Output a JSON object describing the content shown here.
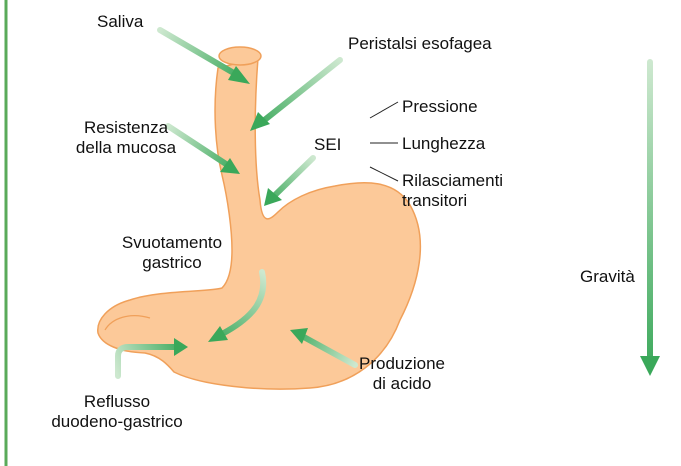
{
  "labels": {
    "saliva": "Saliva",
    "peristalsis": "Peristalsi esofagea",
    "mucosal_resistance_1": "Resistenza",
    "mucosal_resistance_2": "della mucosa",
    "les": "SEI",
    "pressure": "Pressione",
    "length": "Lunghezza",
    "relaxations_1": "Rilasciamenti",
    "relaxations_2": "transitori",
    "gastric_emptying_1": "Svuotamento",
    "gastric_emptying_2": "gastrico",
    "acid_production_1": "Produzione",
    "acid_production_2": "di acido",
    "reflux_1": "Reflusso",
    "reflux_2": "duodeno-gastrico",
    "gravity": "Gravità"
  },
  "colors": {
    "stomach_fill": "#fcc999",
    "stomach_stroke": "#f0a05a",
    "arrow_dark": "#3aa85a",
    "arrow_light": "#cde8cf",
    "frame_line": "#5aaa5a"
  }
}
